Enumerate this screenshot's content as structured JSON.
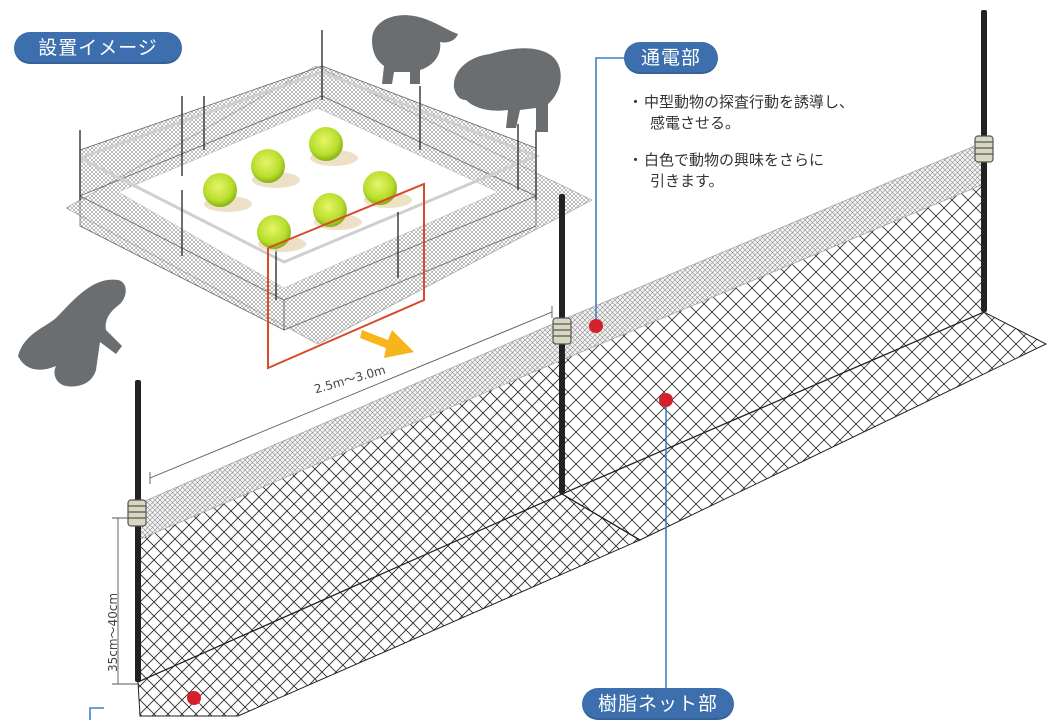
{
  "labels": {
    "installation_image": "設置イメージ",
    "electrified_part": "通電部",
    "resin_net_part": "樹脂ネット部"
  },
  "description": {
    "bullet": "・",
    "line1a": "中型動物の探査行動を誘導し、",
    "line1b": "感電させる。",
    "line2a": "白色で動物の興味をさらに",
    "line2b": "引きます。"
  },
  "dimensions": {
    "width": "2.5m～3.0m",
    "height": "35cm～40cm"
  },
  "colors": {
    "label_bg": "#3d6fae",
    "marker_dot": "#d6202b",
    "leader_line": "#3d82c4",
    "highlight_box": "#d84a2a",
    "arrow": "#f5b51b",
    "cabbage": "#b8de2c",
    "animal": "#6b6e70",
    "post": "#222222",
    "net": "#2b2b2b"
  }
}
